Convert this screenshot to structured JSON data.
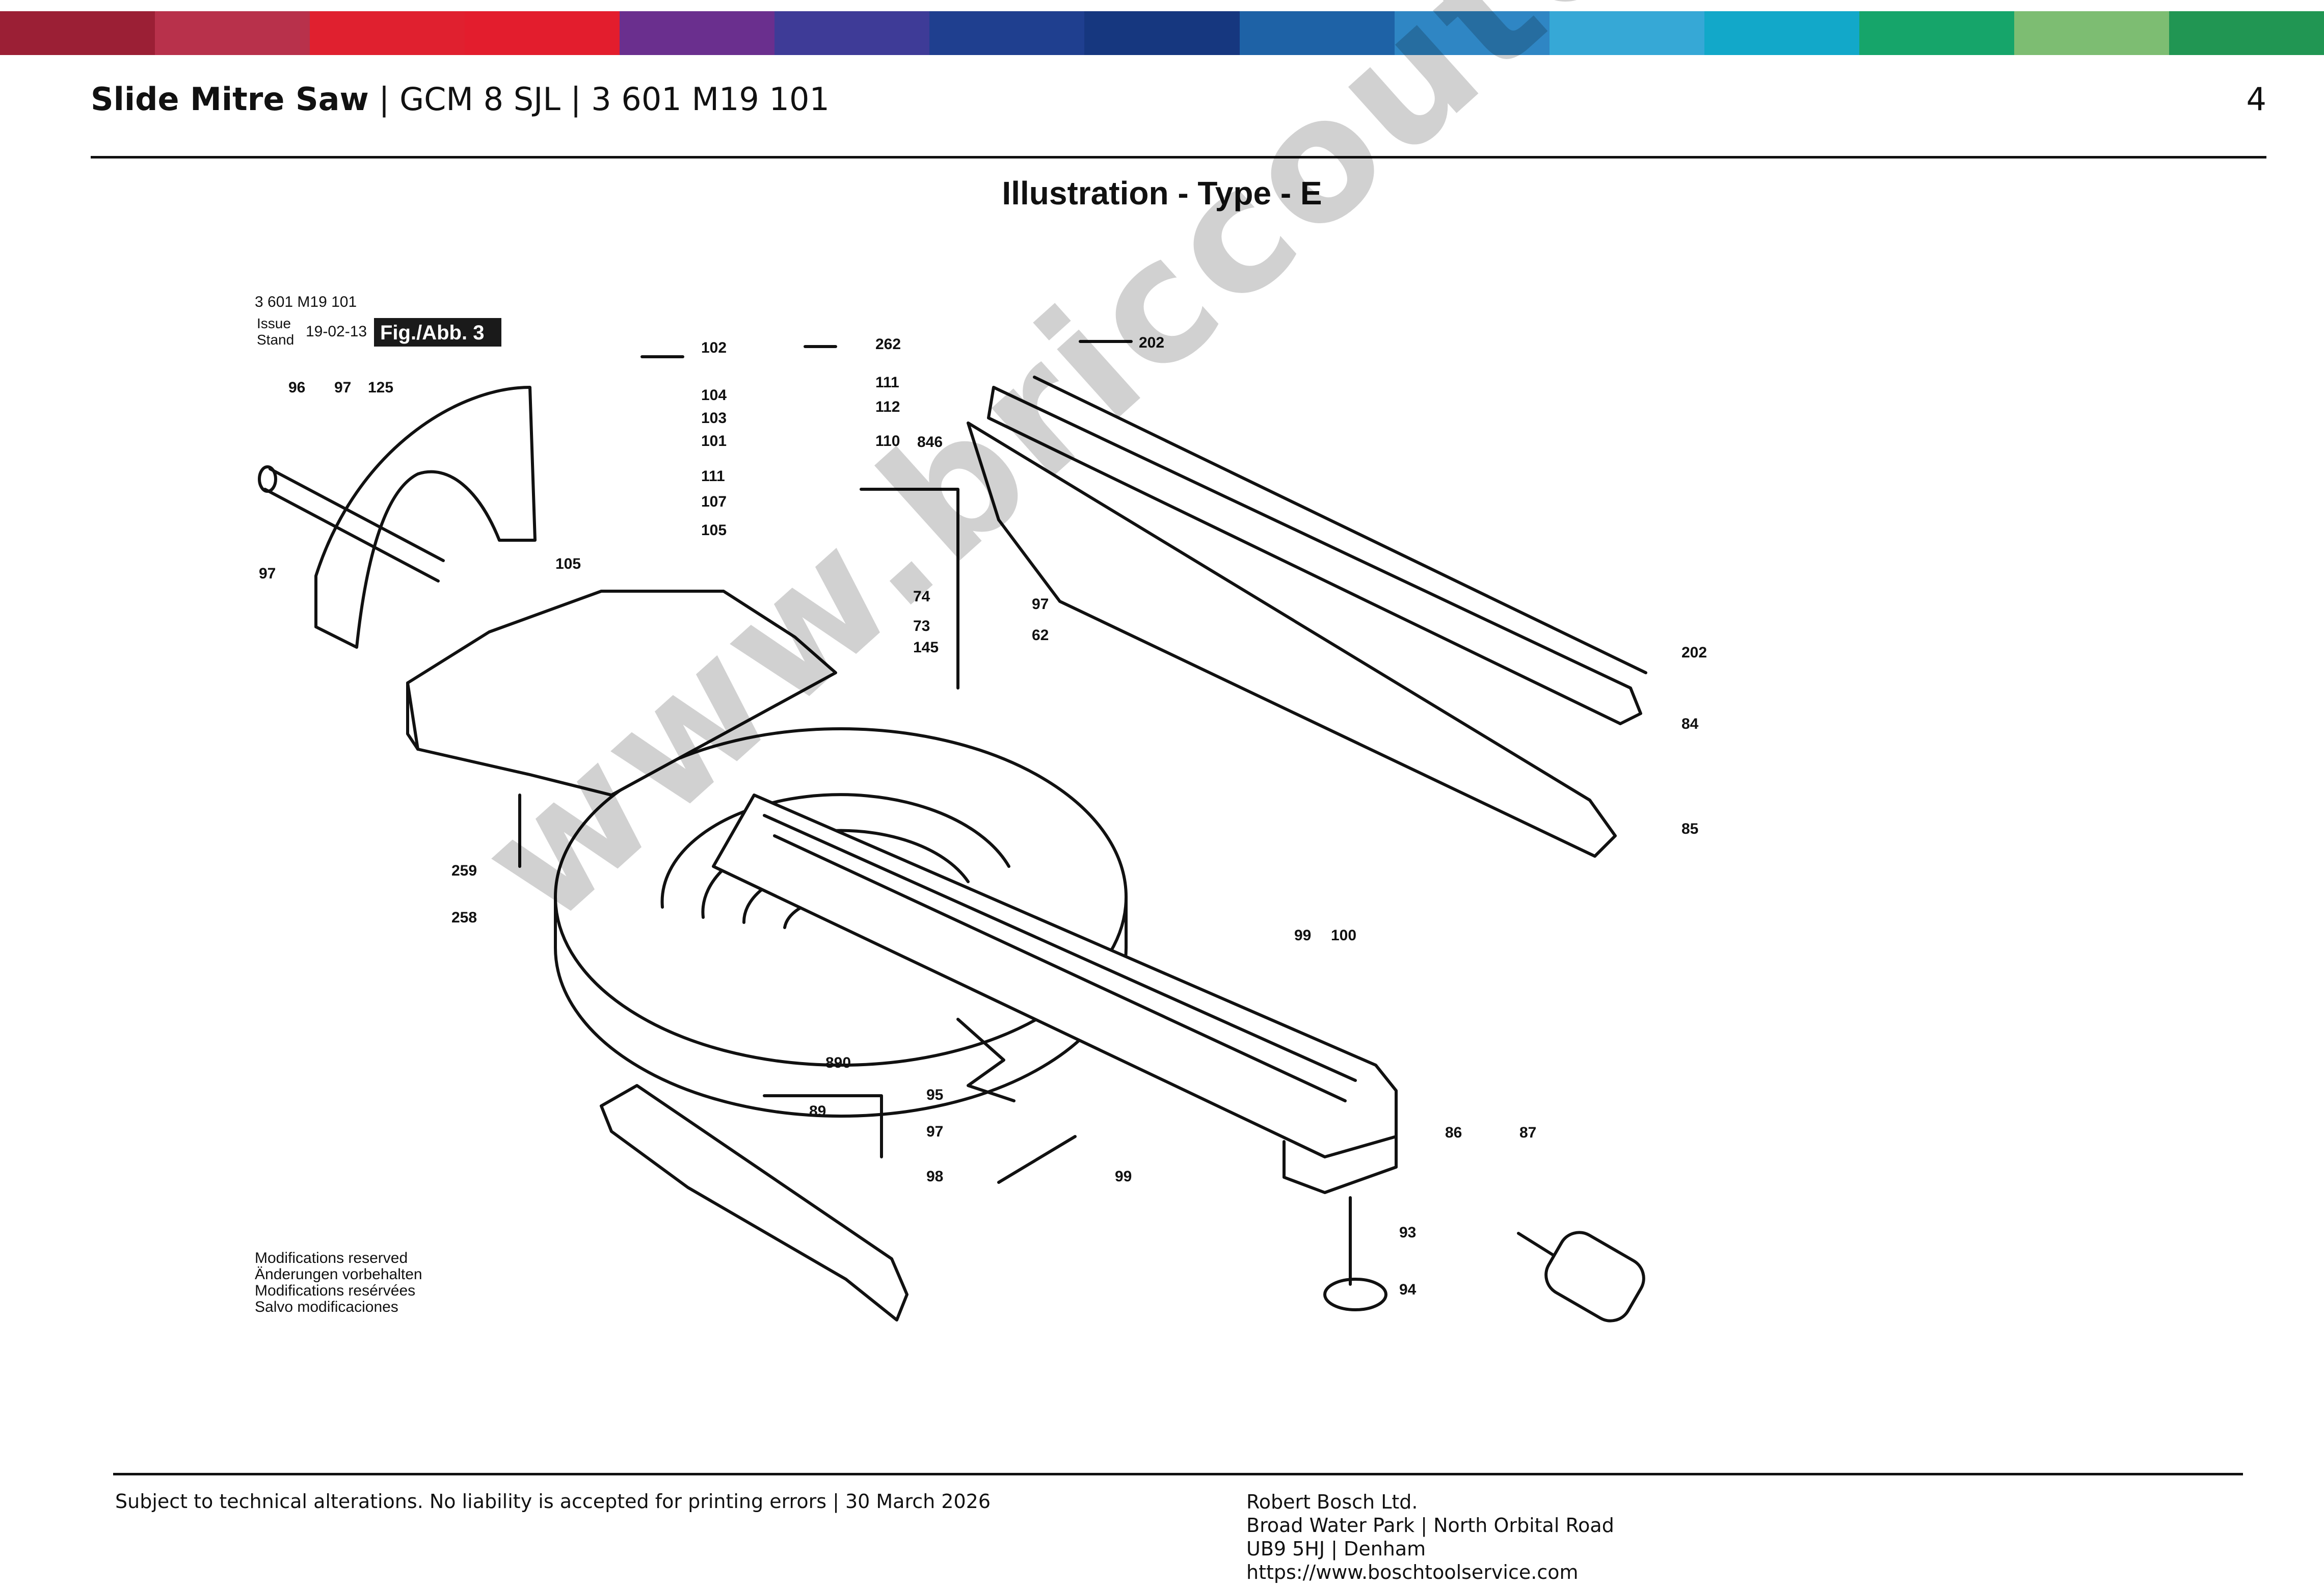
{
  "colors": {
    "band": [
      "#9b1f35",
      "#b8314b",
      "#e0202f",
      "#e31d2d",
      "#6a2f8e",
      "#3e3b97",
      "#1f3f8f",
      "#16377f",
      "#1e62a6",
      "#2f86c4",
      "#36a8d6",
      "#12a8c9",
      "#16a56a",
      "#7dbd72",
      "#219653"
    ],
    "rule": "#111111",
    "fig_box_bg": "#1a1a1a",
    "fig_box_text": "#ffffff"
  },
  "header": {
    "product": "Slide Mitre Saw",
    "sep1": " | ",
    "model": "GCM 8 SJL",
    "sep2": " | ",
    "part_no": "3 601 M19 101",
    "page_number": "4"
  },
  "illustration": {
    "title": "Illustration - Type - E",
    "drawing_number": "3 601 M19 101",
    "issue_label": "Issue",
    "stand_label": "Stand",
    "issue_date": "19-02-13",
    "fig_label": "Fig./Abb. 3",
    "part_numbers": [
      "102",
      "104",
      "103",
      "101",
      "111",
      "107",
      "105",
      "105",
      "262",
      "111",
      "112",
      "110",
      "846",
      "202",
      "202",
      "84",
      "85",
      "96",
      "97",
      "125",
      "97",
      "74",
      "73",
      "145",
      "97",
      "62",
      "259",
      "258",
      "99",
      "100",
      "890",
      "89",
      "95",
      "97",
      "98",
      "99",
      "86",
      "87",
      "93",
      "94"
    ],
    "modifications": [
      "Modifications reserved",
      "Änderungen vorbehalten",
      "Modifications resérvées",
      "Salvo modificaciones"
    ],
    "watermark": "www.briccoutensili.com"
  },
  "footer": {
    "disclaimer": "Subject to technical alterations. No liability is accepted for printing errors | 30 March 2026",
    "company": "Robert Bosch Ltd.",
    "address1": "Broad Water Park | North Orbital Road",
    "address2": "UB9 5HJ | Denham",
    "website": "https://www.boschtoolservice.com"
  }
}
